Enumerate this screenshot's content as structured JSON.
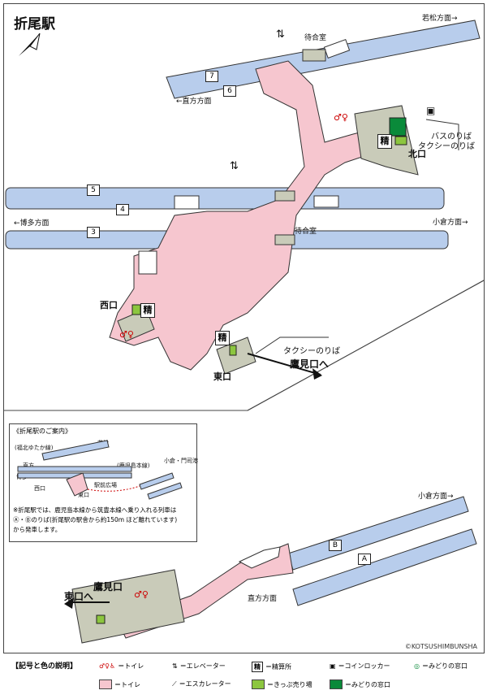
{
  "station_name": "折尾駅",
  "colors": {
    "platform": "#b8cdec",
    "concourse": "#f6c6cf",
    "ticket": "#8cc63f",
    "midori": "#0a8a3a",
    "gray": "#c9cbb9"
  },
  "platforms": {
    "p7": "7",
    "p6": "6",
    "p5": "5",
    "p4": "4",
    "p3": "3",
    "pA": "A",
    "pB": "B"
  },
  "directions": {
    "wakamatsu": "若松方面→",
    "nogata": "←直方方面",
    "hakata": "←博多方面",
    "kokura": "小倉方面→",
    "kokura2": "小倉方面→",
    "nogata2": "直方方面"
  },
  "labels": {
    "waiting1": "待合室",
    "waiting2": "待合室",
    "bus": "バスのりば",
    "taxi": "タクシーのりば",
    "north_exit": "北口",
    "west_exit": "西口",
    "east_exit": "東口",
    "taxi2": "タクシーのりば",
    "to_takami": "鷹見口へ",
    "takami": "鷹見口",
    "to_east": "東口へ",
    "seisan": "精"
  },
  "inset": {
    "title": "《折尾駅のご案内》",
    "line1": "(福北ゆたか線)",
    "wakamatsu": "若松",
    "nogata": "直方",
    "hakata": "博多",
    "kagoshima": "(鹿児島本線)",
    "kokura": "小倉・門司港",
    "west": "西口",
    "east": "東口",
    "plaza": "駅前広場",
    "note1": "※折尾駅では、鹿児島本線から筑豊本線へ乗り入れる列車は",
    "note2": "Ⓐ・Ⓑのりば(折尾駅の駅舎から約150m ほど離れています)",
    "note3": "から発車します。"
  },
  "copyright": "©KOTSUSHIMBUNSHA",
  "legend": {
    "heading": "【記号と色の説明】",
    "toilet": "＝トイレ",
    "elevator": "＝エレベーター",
    "seisan": "＝精算所",
    "locker": "＝コインロッカー",
    "midori": "＝みどりの窓口",
    "toilet2": "＝トイレ",
    "escalator": "＝エスカレーター",
    "ticket": "＝きっぷ売り場",
    "midori2": "＝みどりの窓口"
  }
}
